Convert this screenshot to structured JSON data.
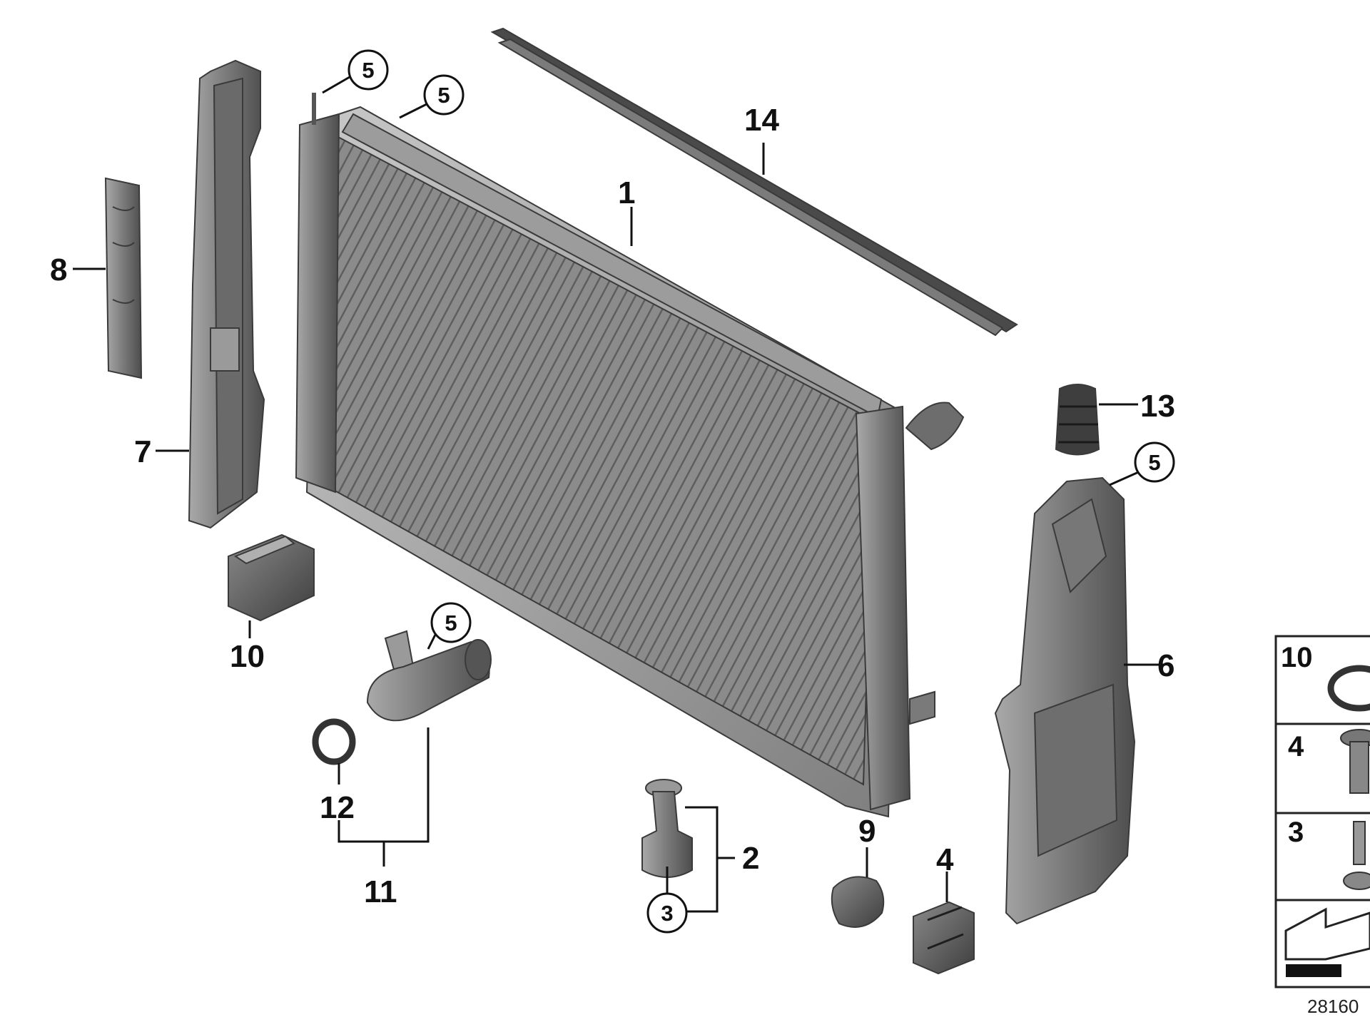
{
  "labels": {
    "p1": "1",
    "p2": "2",
    "p3": "3",
    "p4": "4",
    "p5": "5",
    "p6": "6",
    "p7": "7",
    "p8": "8",
    "p9": "9",
    "p10": "10",
    "p11": "11",
    "p12": "12",
    "p13": "13",
    "p14": "14"
  },
  "legend": {
    "row1": "10",
    "row2": "4",
    "row3": "3"
  },
  "diagram_number": "28160"
}
